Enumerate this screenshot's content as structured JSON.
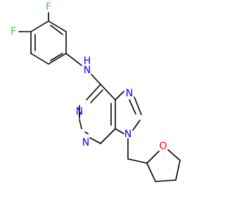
{
  "molecule": {
    "atoms": {
      "f1": "F",
      "f2": "F",
      "nh_n": "N",
      "nh_h": "H",
      "n7": "N",
      "n1": "N",
      "n3": "N",
      "n9": "N",
      "o": "O"
    },
    "colors": {
      "bond": "#000000",
      "nitrogen": "#0000ff",
      "oxygen": "#ff0000",
      "fluorine": "#33cc33"
    }
  }
}
